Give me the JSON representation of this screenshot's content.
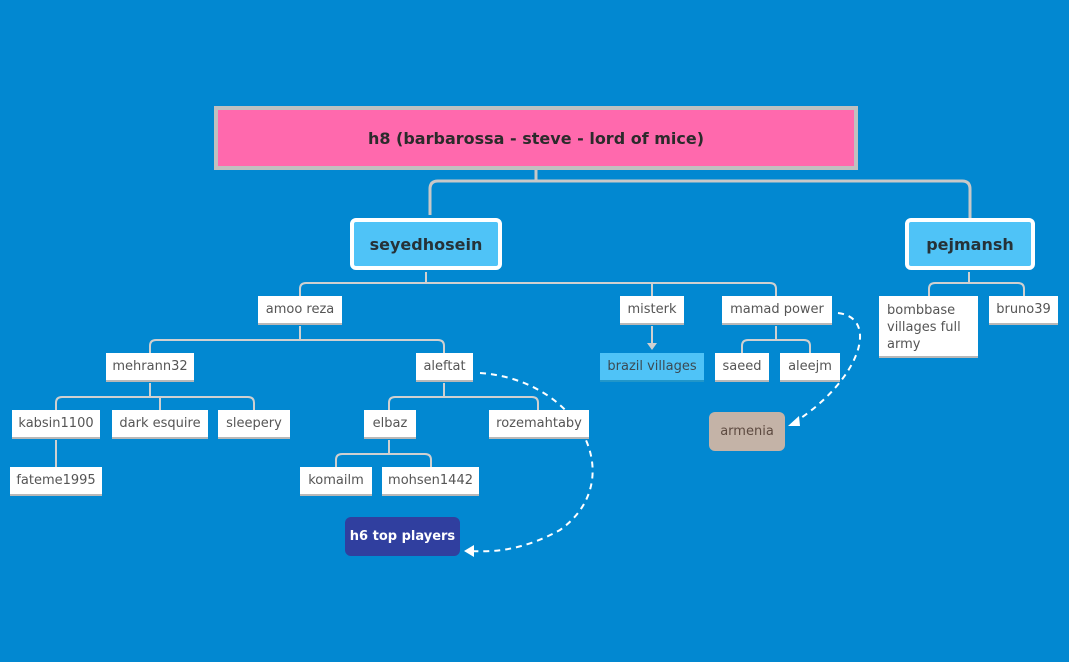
{
  "root": {
    "label": "h8 (barbarossa - steve - lord of mice)"
  },
  "branches": {
    "seyedhosein": "seyedhosein",
    "pejmansh": "pejmansh"
  },
  "nodes": {
    "amoo_reza": "amoo reza",
    "misterk": "misterk",
    "mamad_power": "mamad power",
    "mehrann32": "mehrann32",
    "aleftat": "aleftat",
    "brazil_villages": "brazil villages",
    "saeed": "saeed",
    "aleejm": "aleejm",
    "kabsin1100": "kabsin1100",
    "dark_esquire": "dark esquire",
    "sleepery": "sleepery",
    "elbaz": "elbaz",
    "rozemahtaby": "rozemahtaby",
    "fateme1995": "fateme1995",
    "komailm": "komailm",
    "mohsen1442": "mohsen1442",
    "bombbase": [
      "bombbase",
      "villages full",
      "army"
    ],
    "bruno39": "bruno39"
  },
  "floating": {
    "armenia": "armenia",
    "h6_top_players": "h6 top players"
  },
  "colors": {
    "background": "#0288d1",
    "root_fill": "#ff69ad",
    "branch_fill": "#4fc3f7",
    "connector": "#c8c8c8",
    "armenia_fill": "#c4b3a7",
    "h6_fill": "#303f9f"
  }
}
